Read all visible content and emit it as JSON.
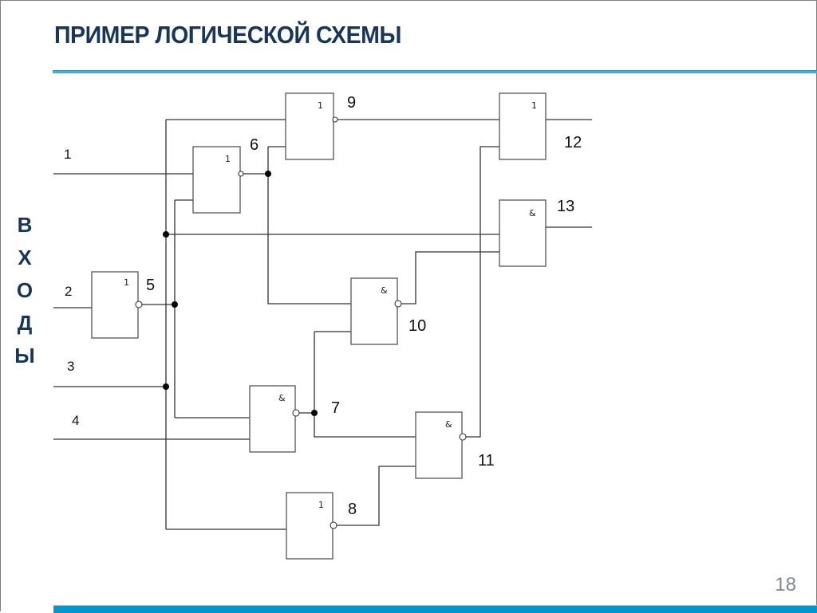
{
  "slide": {
    "title": "ПРИМЕР ЛОГИЧЕСКОЙ СХЕМЫ",
    "side_label_letters": [
      "В",
      "Х",
      "О",
      "Д",
      "Ы"
    ],
    "side_label": "ВХОДЫ",
    "page_number": "18"
  },
  "colors": {
    "title": "#17365d",
    "accent_rule": "#3bb0d8",
    "footer_bar": "#0096cf",
    "page_number": "#7f8893"
  },
  "circuit": {
    "inputs": [
      {
        "id": "1",
        "label": "1"
      },
      {
        "id": "2",
        "label": "2"
      },
      {
        "id": "3",
        "label": "3"
      },
      {
        "id": "4",
        "label": "4"
      }
    ],
    "gates": [
      {
        "id": "5",
        "type": "OR",
        "symbol": "1",
        "inverted": true,
        "label": "5",
        "inputs": [
          "2"
        ]
      },
      {
        "id": "6",
        "type": "OR",
        "symbol": "1",
        "inverted": true,
        "label": "6",
        "inputs": [
          "1",
          "5"
        ]
      },
      {
        "id": "7",
        "type": "AND",
        "symbol": "&",
        "inverted": true,
        "label": "7",
        "inputs": [
          "5",
          "4"
        ]
      },
      {
        "id": "8",
        "type": "OR",
        "symbol": "1",
        "inverted": true,
        "label": "8",
        "inputs": [
          "3"
        ]
      },
      {
        "id": "9",
        "type": "OR",
        "symbol": "1",
        "inverted": true,
        "label": "9",
        "inputs": [
          "3",
          "6"
        ]
      },
      {
        "id": "10",
        "type": "AND",
        "symbol": "&",
        "inverted": true,
        "label": "10",
        "inputs": [
          "6",
          "7"
        ]
      },
      {
        "id": "11",
        "type": "AND",
        "symbol": "&",
        "inverted": true,
        "label": "11",
        "inputs": [
          "7",
          "8"
        ]
      },
      {
        "id": "12",
        "type": "OR",
        "symbol": "1",
        "inverted": false,
        "label": "12",
        "inputs": [
          "9",
          "11"
        ]
      },
      {
        "id": "13",
        "type": "AND",
        "symbol": "&",
        "inverted": false,
        "label": "13",
        "inputs": [
          "3",
          "10"
        ]
      }
    ]
  }
}
